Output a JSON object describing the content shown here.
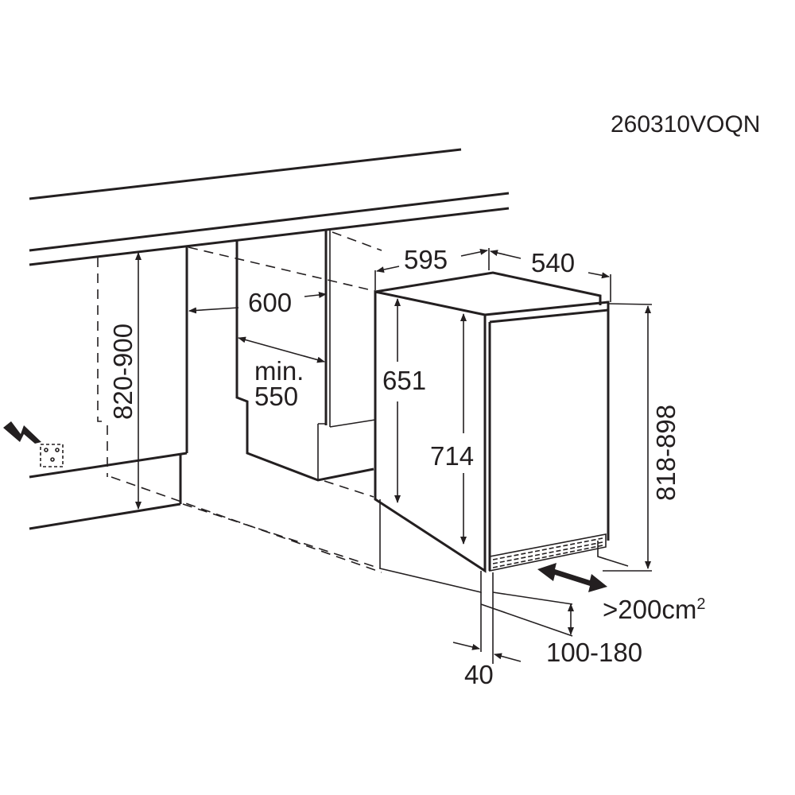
{
  "model_code": "260310VOQN",
  "dimensions": {
    "niche_height": "820-900",
    "niche_width": "600",
    "niche_depth_label": "min.",
    "niche_depth": "550",
    "appliance_width": "595",
    "appliance_depth": "540",
    "side_height": "651",
    "door_height": "714",
    "total_height": "818-898",
    "ventilation": ">200cm",
    "ventilation_sup": "2",
    "plinth_height": "100-180",
    "plinth_offset": "40"
  },
  "colors": {
    "line": "#231f20",
    "background": "#ffffff"
  }
}
